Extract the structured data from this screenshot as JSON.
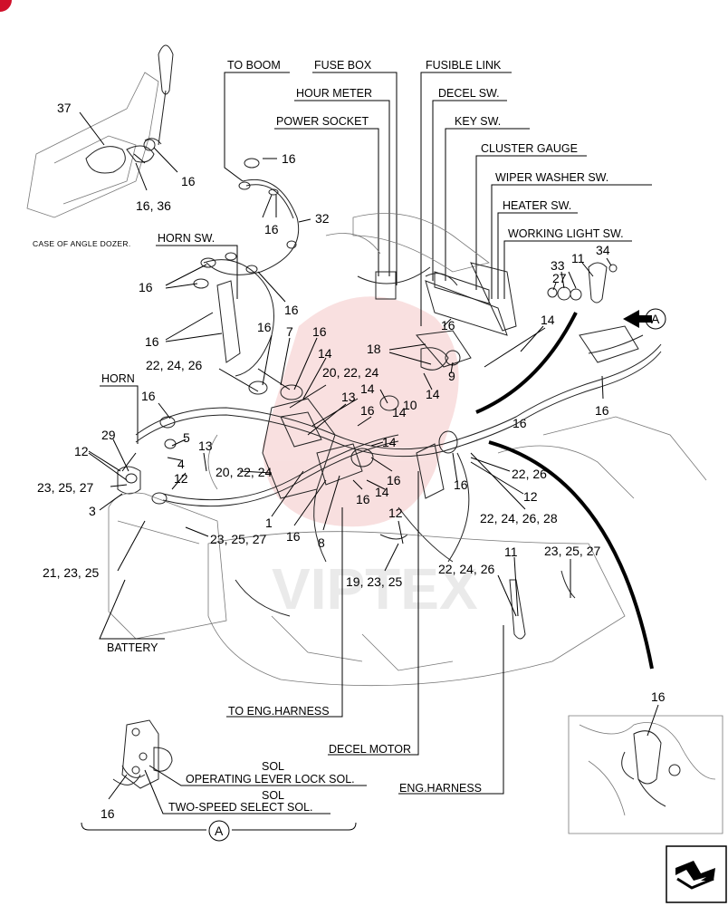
{
  "labels": {
    "to_boom": "TO BOOM",
    "fuse_box": "FUSE BOX",
    "fusible_link": "FUSIBLE LINK",
    "hour_meter": "HOUR METER",
    "decel_sw": "DECEL SW.",
    "power_socket": "POWER SOCKET",
    "key_sw": "KEY SW.",
    "cluster_gauge": "CLUSTER GAUGE",
    "wiper_washer_sw": "WIPER WASHER SW.",
    "heater_sw": "HEATER SW.",
    "working_light_sw": "WORKING LIGHT SW.",
    "horn_sw": "HORN SW.",
    "horn": "HORN",
    "battery": "BATTERY",
    "to_eng_harness": "TO ENG.HARNESS",
    "decel_motor": "DECEL MOTOR",
    "eng_harness": "ENG.HARNESS",
    "sol_1": "SOL",
    "operating_lever_lock_sol": "OPERATING LEVER LOCK SOL.",
    "sol_2": "SOL",
    "two_speed_select_sol": "TWO-SPEED SELECT SOL.",
    "case_of_angle_dozer": "CASE OF ANGLE DOZER.",
    "view_a": "A",
    "section_a": "A",
    "watermark": "VIPTEX"
  },
  "callouts": {
    "c37": "37",
    "c16_top_inset": "16",
    "c16_36": "16, 36",
    "c16_boom": "16",
    "c16_boom2": "16",
    "c32": "32",
    "c16_hornsw_a": "16",
    "c16_hornsw_b": "16",
    "c16_hornsw_c": "16",
    "c16_mid": "16",
    "c7": "7",
    "c16_mid2": "16",
    "c14_a": "14",
    "c22_24_26_a": "22, 24, 26",
    "c20_22_24_a": "20, 22, 24",
    "c13_a": "13",
    "c14_b": "14",
    "c18": "18",
    "c16_fuse": "16",
    "c9": "9",
    "c14_c": "14",
    "c10": "10",
    "c14_d": "14",
    "c16_e": "16",
    "c27": "27",
    "c33": "33",
    "c11_a": "11",
    "c34": "34",
    "c14_e": "14",
    "c16_right": "16",
    "c16_right2": "16",
    "c16_horn": "16",
    "c29": "29",
    "c5": "5",
    "c4": "4",
    "c12_a": "12",
    "c13_b": "13",
    "c12_b": "12",
    "c20_22_24_b": "20, 22, 24",
    "c23_25_27_a": "23, 25, 27",
    "c3": "3",
    "c16_f": "16",
    "c14_f": "14",
    "c16_g": "16",
    "c16_h": "16",
    "c22_26": "22, 26",
    "c12_c": "12",
    "c1": "1",
    "c16_i": "16",
    "c8": "8",
    "c22_24_26_28": "22, 24, 26, 28",
    "c12_d": "12",
    "c23_25_27_b": "23, 25, 27",
    "c21_23_25": "21, 23, 25",
    "c19_23_25": "19, 23, 25",
    "c22_24_26_b": "22, 24, 26",
    "c11_b": "11",
    "c23_25_27_c": "23, 25, 27",
    "c16_inset_br": "16",
    "c16_sol": "16"
  }
}
